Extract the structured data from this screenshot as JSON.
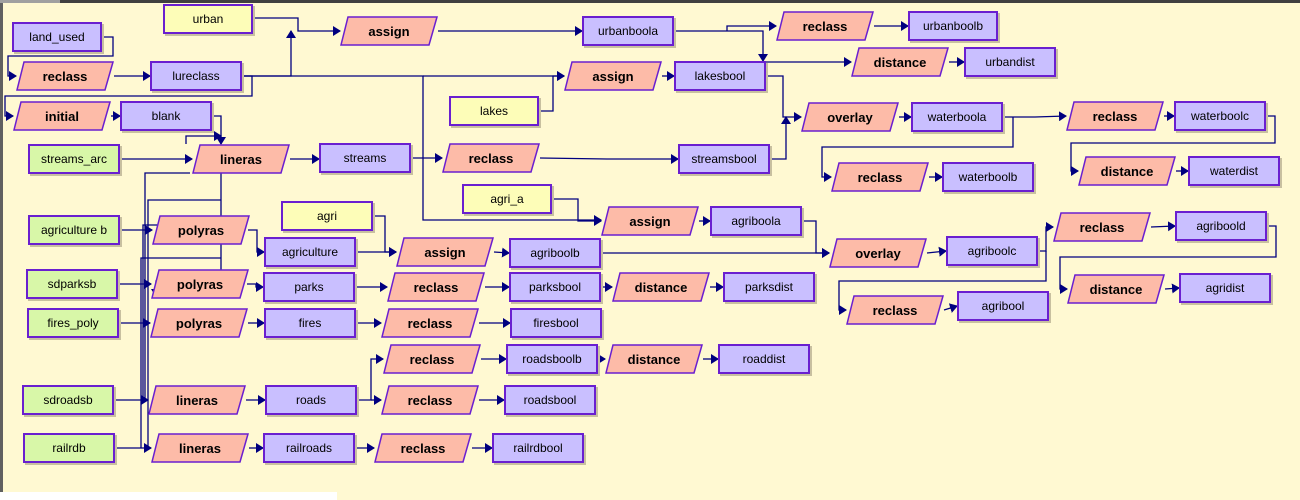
{
  "diagram": {
    "colors": {
      "background": "#fff9d2",
      "input_data": "#d8f7a8",
      "auxiliary_data": "#fdfdb8",
      "derived_data": "#c9bfff",
      "tool": "#fdbba8",
      "border": "#6a1fd0",
      "connector": "#00007f"
    },
    "nodes": [
      {
        "id": "n_urban",
        "type": "aux",
        "label": "urban"
      },
      {
        "id": "n_land_used",
        "type": "derived",
        "label": "land_used"
      },
      {
        "id": "t_reclass1",
        "type": "tool",
        "label": "reclass"
      },
      {
        "id": "n_lureclass",
        "type": "derived",
        "label": "lureclass"
      },
      {
        "id": "t_initial",
        "type": "tool",
        "label": "initial"
      },
      {
        "id": "n_blank",
        "type": "derived",
        "label": "blank"
      },
      {
        "id": "n_streams_arc",
        "type": "input",
        "label": "streams_arc"
      },
      {
        "id": "t_lineras1",
        "type": "tool",
        "label": "lineras"
      },
      {
        "id": "n_streams",
        "type": "derived",
        "label": "streams"
      },
      {
        "id": "t_assign1",
        "type": "tool",
        "label": "assign"
      },
      {
        "id": "n_urbanboola",
        "type": "derived",
        "label": "urbanboola"
      },
      {
        "id": "t_reclass2",
        "type": "tool",
        "label": "reclass"
      },
      {
        "id": "n_urbanboolb",
        "type": "derived",
        "label": "urbanboolb"
      },
      {
        "id": "t_distance1",
        "type": "tool",
        "label": "distance"
      },
      {
        "id": "n_urbandist",
        "type": "derived",
        "label": "urbandist"
      },
      {
        "id": "t_assign2",
        "type": "tool",
        "label": "assign"
      },
      {
        "id": "n_lakesbool",
        "type": "derived",
        "label": "lakesbool"
      },
      {
        "id": "n_lakes",
        "type": "aux",
        "label": "lakes"
      },
      {
        "id": "t_reclass3",
        "type": "tool",
        "label": "reclass"
      },
      {
        "id": "n_streamsbool",
        "type": "derived",
        "label": "streamsbool"
      },
      {
        "id": "t_overlay1",
        "type": "tool",
        "label": "overlay"
      },
      {
        "id": "n_waterboola",
        "type": "derived",
        "label": "waterboola"
      },
      {
        "id": "t_reclass4",
        "type": "tool",
        "label": "reclass"
      },
      {
        "id": "n_waterboolb",
        "type": "derived",
        "label": "waterboolb"
      },
      {
        "id": "t_reclass5",
        "type": "tool",
        "label": "reclass"
      },
      {
        "id": "n_waterboolc",
        "type": "derived",
        "label": "waterboolc"
      },
      {
        "id": "t_distance2",
        "type": "tool",
        "label": "distance"
      },
      {
        "id": "n_waterdist",
        "type": "derived",
        "label": "waterdist"
      },
      {
        "id": "n_agri_a",
        "type": "aux",
        "label": "agri_a"
      },
      {
        "id": "t_assign3",
        "type": "tool",
        "label": "assign"
      },
      {
        "id": "n_agriboola",
        "type": "derived",
        "label": "agriboola"
      },
      {
        "id": "n_agri",
        "type": "aux",
        "label": "agri"
      },
      {
        "id": "n_agriculture_b",
        "type": "input",
        "label": "agriculture b"
      },
      {
        "id": "t_polyras1",
        "type": "tool",
        "label": "polyras"
      },
      {
        "id": "n_agriculture",
        "type": "derived",
        "label": "agriculture"
      },
      {
        "id": "t_assign4",
        "type": "tool",
        "label": "assign"
      },
      {
        "id": "n_agriboolb",
        "type": "derived",
        "label": "agriboolb"
      },
      {
        "id": "t_overlay2",
        "type": "tool",
        "label": "overlay"
      },
      {
        "id": "n_agriboolc",
        "type": "derived",
        "label": "agriboolc"
      },
      {
        "id": "t_reclass6",
        "type": "tool",
        "label": "reclass"
      },
      {
        "id": "n_agriboold",
        "type": "derived",
        "label": "agriboold"
      },
      {
        "id": "t_distance3",
        "type": "tool",
        "label": "distance"
      },
      {
        "id": "n_agridist",
        "type": "derived",
        "label": "agridist"
      },
      {
        "id": "t_reclass7",
        "type": "tool",
        "label": "reclass"
      },
      {
        "id": "n_agribool",
        "type": "derived",
        "label": "agribool"
      },
      {
        "id": "n_sdparksb",
        "type": "input",
        "label": "sdparksb"
      },
      {
        "id": "t_polyras2",
        "type": "tool",
        "label": "polyras"
      },
      {
        "id": "n_parks",
        "type": "derived",
        "label": "parks"
      },
      {
        "id": "t_reclass8",
        "type": "tool",
        "label": "reclass"
      },
      {
        "id": "n_parksbool",
        "type": "derived",
        "label": "parksbool"
      },
      {
        "id": "t_distance4",
        "type": "tool",
        "label": "distance"
      },
      {
        "id": "n_parksdist",
        "type": "derived",
        "label": "parksdist"
      },
      {
        "id": "n_fires_poly",
        "type": "input",
        "label": "fires_poly"
      },
      {
        "id": "t_polyras3",
        "type": "tool",
        "label": "polyras"
      },
      {
        "id": "n_fires",
        "type": "derived",
        "label": "fires"
      },
      {
        "id": "t_reclass9",
        "type": "tool",
        "label": "reclass"
      },
      {
        "id": "n_firesbool",
        "type": "derived",
        "label": "firesbool"
      },
      {
        "id": "t_reclass10",
        "type": "tool",
        "label": "reclass"
      },
      {
        "id": "n_roadsboolb",
        "type": "derived",
        "label": "roadsboolb"
      },
      {
        "id": "t_distance5",
        "type": "tool",
        "label": "distance"
      },
      {
        "id": "n_roaddist",
        "type": "derived",
        "label": "roaddist"
      },
      {
        "id": "n_sdroadsb",
        "type": "input",
        "label": "sdroadsb"
      },
      {
        "id": "t_lineras2",
        "type": "tool",
        "label": "lineras"
      },
      {
        "id": "n_roads",
        "type": "derived",
        "label": "roads"
      },
      {
        "id": "t_reclass11",
        "type": "tool",
        "label": "reclass"
      },
      {
        "id": "n_roadsbool",
        "type": "derived",
        "label": "roadsbool"
      },
      {
        "id": "n_railrdb",
        "type": "input",
        "label": "railrdb"
      },
      {
        "id": "t_lineras3",
        "type": "tool",
        "label": "lineras"
      },
      {
        "id": "n_railroads",
        "type": "derived",
        "label": "railroads"
      },
      {
        "id": "t_reclass12",
        "type": "tool",
        "label": "reclass"
      },
      {
        "id": "n_railrdbool",
        "type": "derived",
        "label": "railrdbool"
      }
    ]
  }
}
